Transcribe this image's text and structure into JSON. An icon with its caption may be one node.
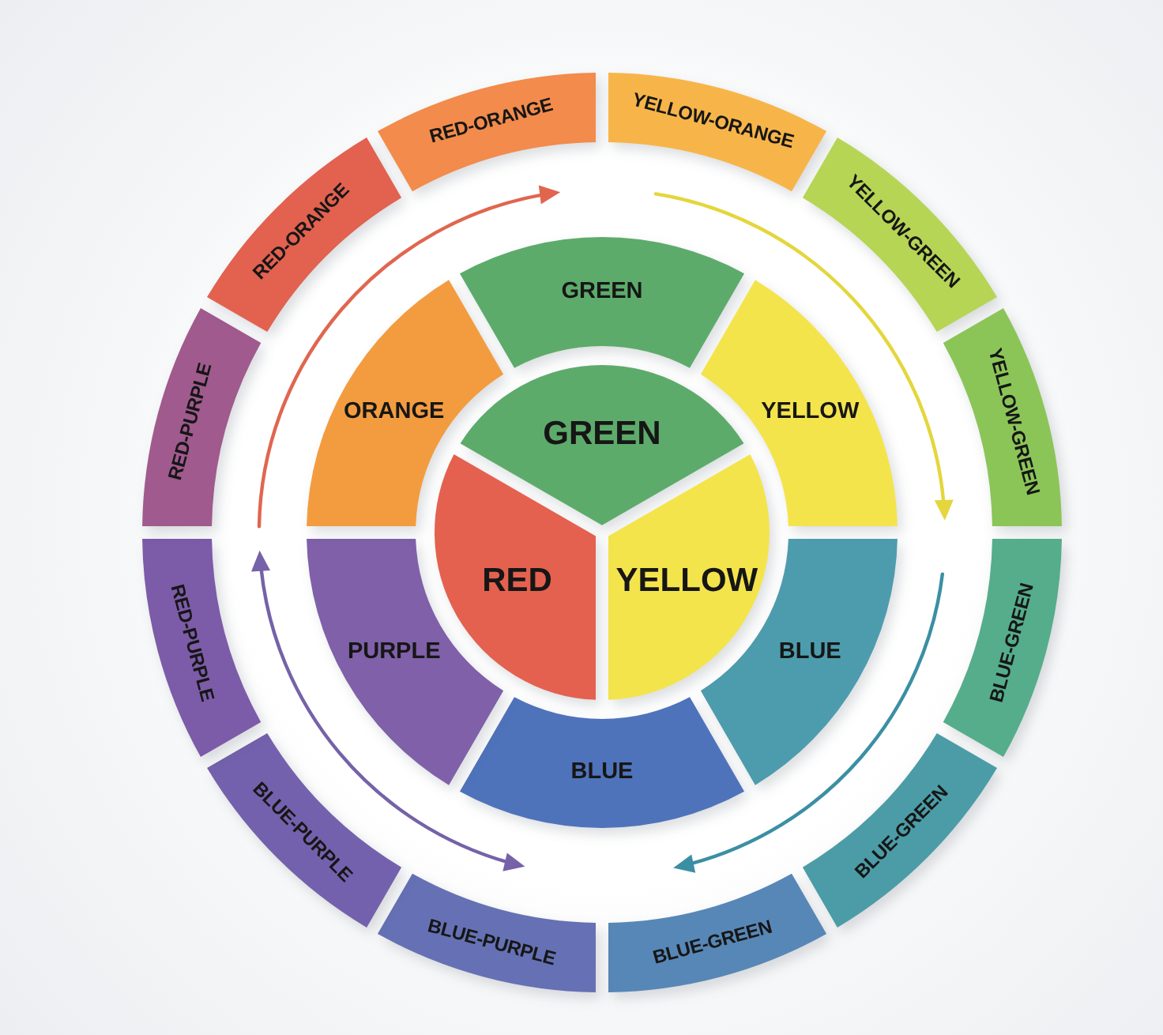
{
  "diagram": {
    "nodes": [
      {
        "text": [
          "RED-ORANGE"
        ]
      },
      {
        "text": [
          "YELLOW-ORANGE"
        ]
      },
      {
        "text": [
          "YELLOW-GREEN"
        ]
      },
      {
        "text": [
          "YELLOW-GREEN"
        ]
      },
      {
        "text": [
          "BLUE-GREEN"
        ]
      },
      {
        "text": [
          "BLUE-GREEN"
        ]
      },
      {
        "text": [
          "BLUE-GREEN"
        ]
      },
      {
        "text": [
          "BLUE-PURPLE"
        ]
      },
      {
        "text": [
          "BLUE-PURPLE"
        ]
      },
      {
        "text": [
          "RED-PURPLE"
        ]
      },
      {
        "text": [
          "RED-PURPLE"
        ]
      },
      {
        "text": [
          "RED-ORANGE"
        ]
      },
      {
        "text": [
          "GREEN"
        ]
      },
      {
        "text": [
          "YELLOW"
        ]
      },
      {
        "text": [
          "BLUE"
        ]
      },
      {
        "text": [
          "BLUE"
        ]
      },
      {
        "text": [
          "PURPLE"
        ]
      },
      {
        "text": [
          "ORANGE"
        ]
      },
      {
        "text": [
          "GREEN"
        ]
      },
      {
        "text": [
          "YELLOW"
        ]
      },
      {
        "text": [
          "RED"
        ]
      }
    ]
  }
}
